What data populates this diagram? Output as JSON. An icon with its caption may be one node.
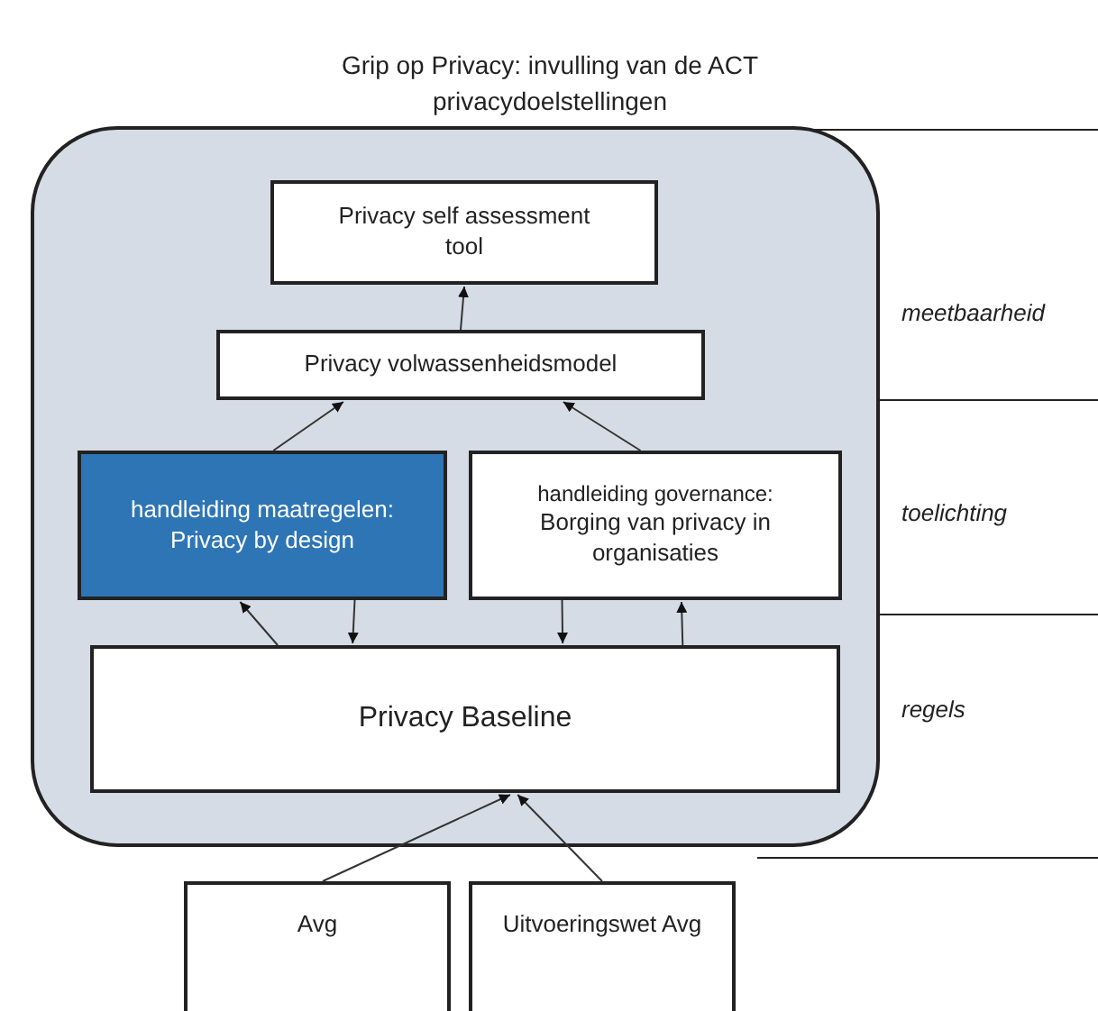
{
  "diagram": {
    "title": "Grip op Privacy: invulling van de ACT privacydoelstellingen",
    "nodes": [
      {
        "text": [],
        "shape": "box"
      },
      {
        "text": [
          "Privacy self assessment tool"
        ],
        "in": 0
      },
      {
        "text": [
          "Privacy volwassenheidsmodel"
        ],
        "in": 0
      },
      {
        "text": [
          "handleiding maatregelen: Privacy by design"
        ],
        "in": 0
      },
      {
        "text": [
          "handleiding governance:",
          "Borging van privacy in organisaties"
        ],
        "in": 0
      },
      {
        "text": [
          "Privacy Baseline"
        ],
        "in": 0
      },
      {
        "text": [
          "Avg"
        ]
      },
      {
        "text": [
          "Uitvoeringswet Avg"
        ]
      }
    ],
    "edges": [
      {
        "from": 2,
        "to": 1,
        "arrow": "to"
      },
      {
        "from": 3,
        "to": 2,
        "arrow": "to"
      },
      {
        "from": 4,
        "to": 2,
        "arrow": "to"
      },
      {
        "from": 5,
        "to": 3,
        "arrow": "to"
      },
      {
        "from": 3,
        "to": 5,
        "arrow": "to"
      },
      {
        "from": 4,
        "to": 5,
        "arrow": "to"
      },
      {
        "from": 5,
        "to": 4,
        "arrow": "to"
      },
      {
        "from": 6,
        "to": 5,
        "arrow": "to"
      },
      {
        "from": 7,
        "to": 5,
        "arrow": "to"
      }
    ],
    "labels": [
      "meetbaarheid",
      "toelichting",
      "regels"
    ]
  }
}
